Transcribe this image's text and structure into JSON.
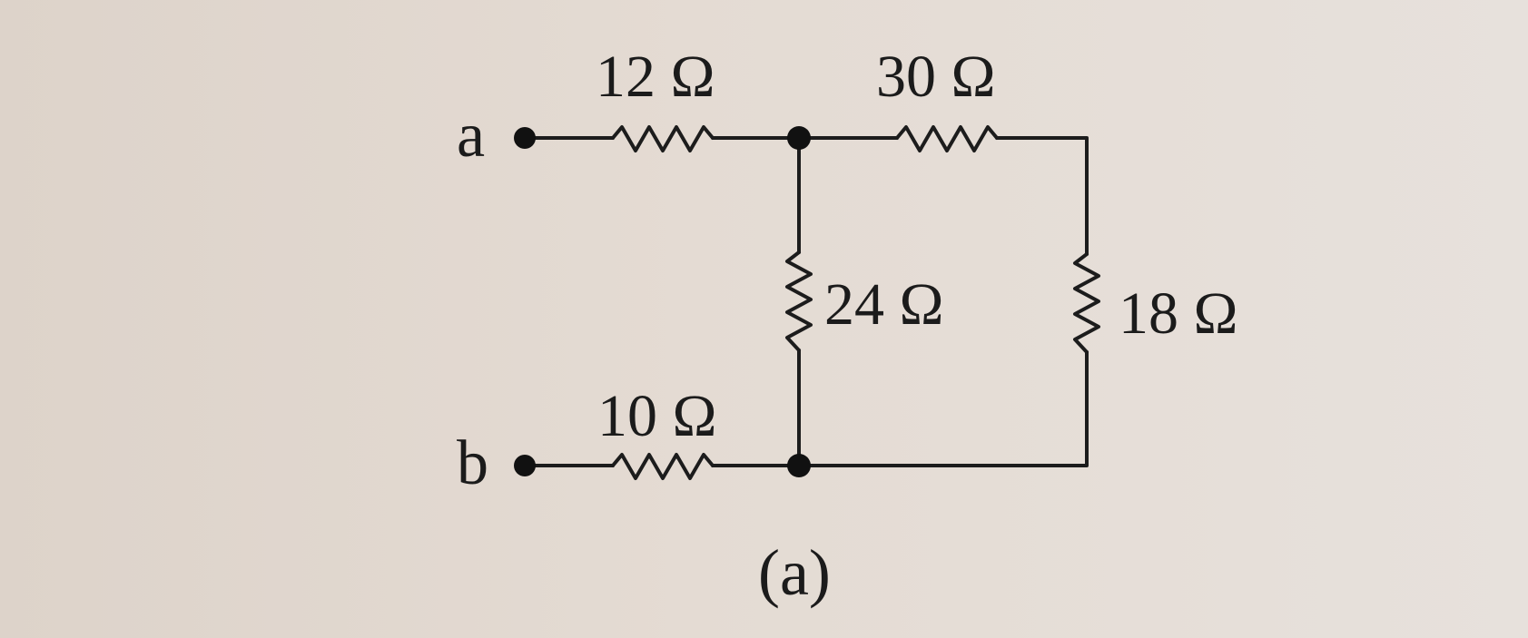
{
  "circuit": {
    "terminals": {
      "a": "a",
      "b": "b"
    },
    "resistors": {
      "r1": "12 Ω",
      "r2": "30 Ω",
      "r3": "24 Ω",
      "r4": "18 Ω",
      "r5": "10 Ω"
    },
    "caption": "(a)"
  }
}
